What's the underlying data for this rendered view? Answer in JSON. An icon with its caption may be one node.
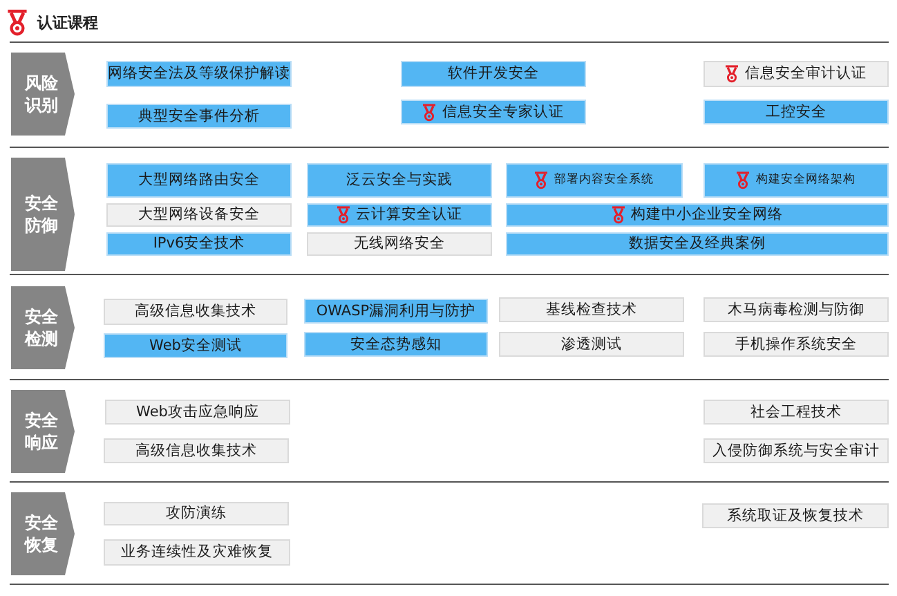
{
  "diagram": {
    "title": "认证课程",
    "nodes": [
      {
        "text": [
          "风险识别"
        ]
      },
      {
        "text": [
          "网络安全法及等级保护解读"
        ]
      },
      {
        "text": [
          "软件开发安全"
        ]
      },
      {
        "text": [
          "信息安全审计认证"
        ]
      },
      {
        "text": [
          "典型安全事件分析"
        ]
      },
      {
        "text": [
          "信息安全专家认证"
        ]
      },
      {
        "text": [
          "工控安全"
        ]
      },
      {
        "text": [
          "安全防御"
        ]
      },
      {
        "text": [
          "大型网络路由安全"
        ]
      },
      {
        "text": [
          "泛云安全与实践"
        ]
      },
      {
        "text": [
          "部署内容安全系统"
        ]
      },
      {
        "text": [
          "构建安全网络架构"
        ]
      },
      {
        "text": [
          "大型网络设备安全"
        ]
      },
      {
        "text": [
          "云计算安全认证"
        ]
      },
      {
        "text": [
          "构建中小企业安全网络"
        ]
      },
      {
        "text": [
          "IPv6安全技术"
        ]
      },
      {
        "text": [
          "无线网络安全"
        ]
      },
      {
        "text": [
          "数据安全及经典案例"
        ]
      },
      {
        "text": [
          "安全检测"
        ]
      },
      {
        "text": [
          "高级信息收集技术"
        ]
      },
      {
        "text": [
          "OWASP漏洞利用与防护"
        ]
      },
      {
        "text": [
          "基线检查技术"
        ]
      },
      {
        "text": [
          "木马病毒检测与防御"
        ]
      },
      {
        "text": [
          "Web安全测试"
        ]
      },
      {
        "text": [
          "安全态势感知"
        ]
      },
      {
        "text": [
          "渗透测试"
        ]
      },
      {
        "text": [
          "手机操作系统安全"
        ]
      },
      {
        "text": [
          "安全响应"
        ]
      },
      {
        "text": [
          "Web攻击应急响应"
        ]
      },
      {
        "text": [
          "社会工程技术"
        ]
      },
      {
        "text": [
          "高级信息收集技术"
        ]
      },
      {
        "text": [
          "入侵防御系统与安全审计"
        ]
      },
      {
        "text": [
          "安全恢复"
        ]
      },
      {
        "text": [
          "攻防演练"
        ]
      },
      {
        "text": [
          "系统取证及恢复技术"
        ]
      },
      {
        "text": [
          "业务连续性及灾难恢复"
        ]
      }
    ]
  }
}
